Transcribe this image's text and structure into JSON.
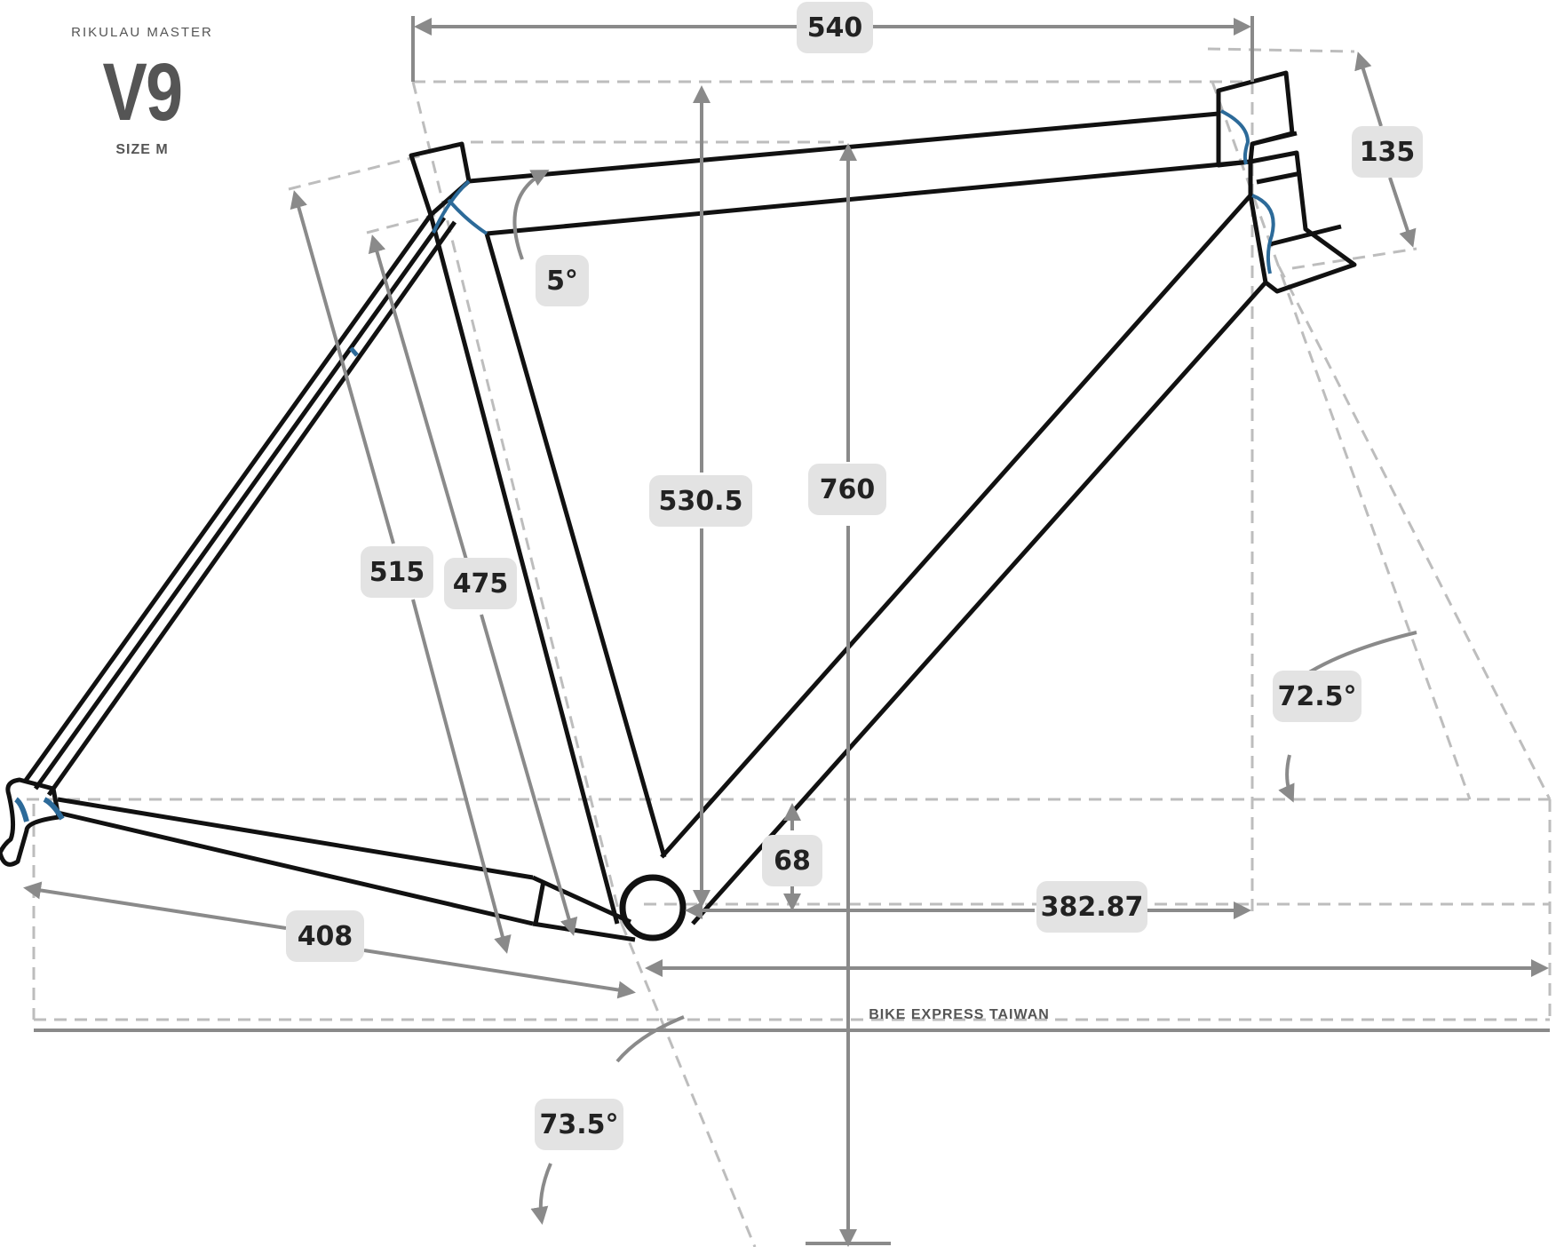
{
  "brand": {
    "maker": "RIKULAU MASTER",
    "model": "V9",
    "size": "SIZE M"
  },
  "footer": {
    "caption": "BIKE EXPRESS TAIWAN"
  },
  "dimensions": {
    "reach": "540",
    "head_tube_length": "135",
    "seat_tube_angle_offset": "5°",
    "stack": "530.5",
    "standover": "760",
    "seat_tube_ctt": "515",
    "seat_tube_cc": "475",
    "bb_drop": "68",
    "front_center": "382.87",
    "chainstay": "408",
    "head_angle": "72.5°",
    "seat_angle": "73.5°"
  },
  "colors": {
    "frame": "#111111",
    "dimension_line": "#8a8a8a",
    "cable_guide": "#2c6a99",
    "label_bg": "#e3e3e3"
  }
}
